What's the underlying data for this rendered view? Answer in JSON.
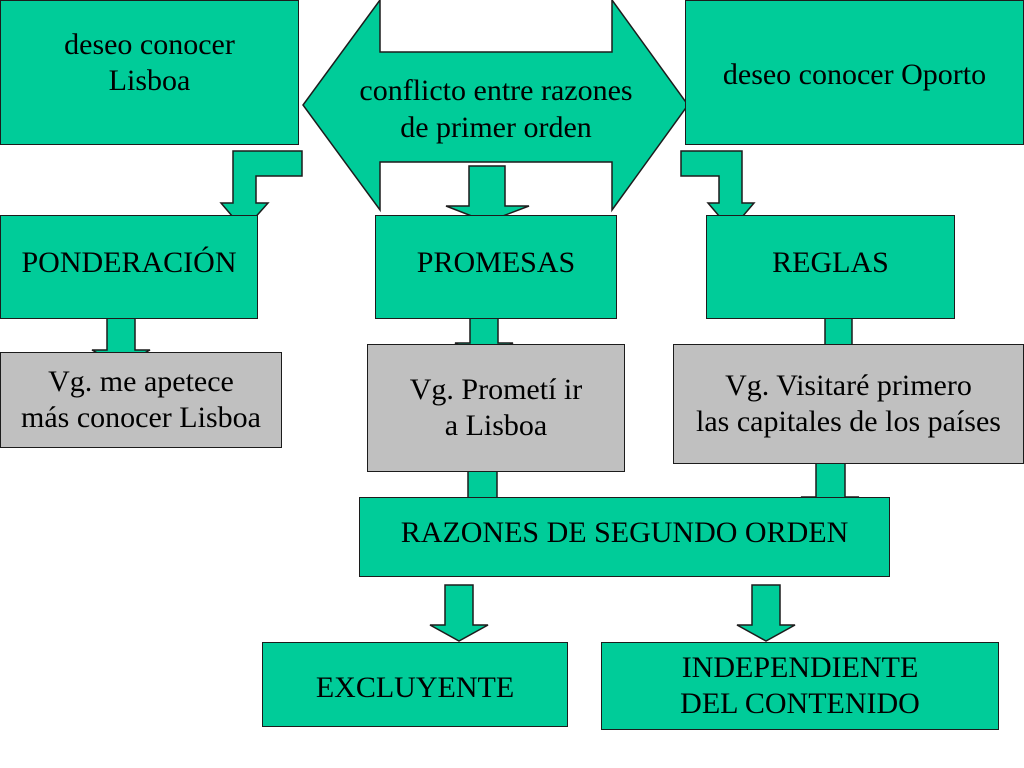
{
  "colors": {
    "green": "#00cc99",
    "grey": "#c0c0c0",
    "stroke": "#1c1c1c"
  },
  "top": {
    "left": "deseo conocer\nLisboa",
    "center": "conflicto entre razones\nde primer orden",
    "right": "deseo conocer Oporto"
  },
  "methods": {
    "ponderacion": "PONDERACIÓN",
    "promesas": "PROMESAS",
    "reglas": "REGLAS"
  },
  "examples": {
    "ponderacion": "Vg. me apetece\nmás conocer Lisboa",
    "promesas": "Vg. Prometí ir\na Lisboa",
    "reglas": "Vg. Visitaré primero\nlas capitales de los países"
  },
  "second_order": "RAZONES DE SEGUNDO ORDEN",
  "bottom": {
    "excluyente": "EXCLUYENTE",
    "independiente": "INDEPENDIENTE\nDEL CONTENIDO"
  }
}
